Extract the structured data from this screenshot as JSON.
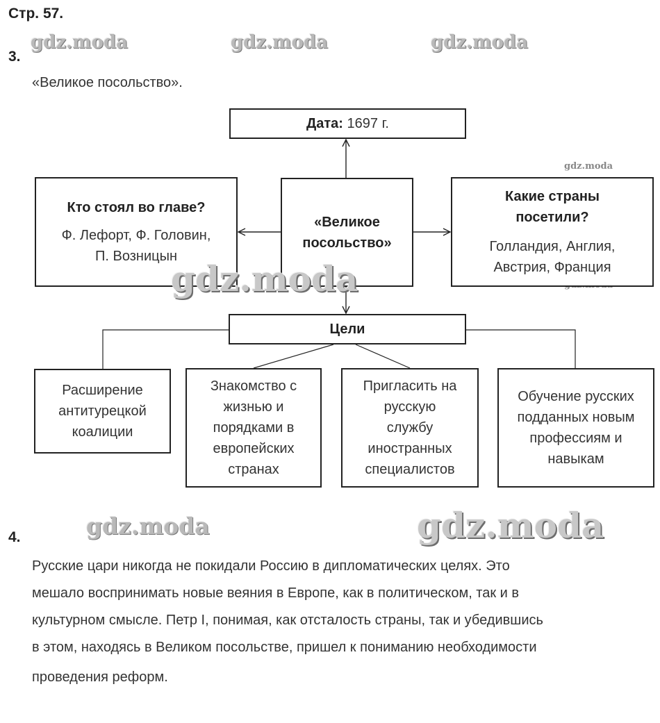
{
  "header": {
    "page": "Стр. 57."
  },
  "task3": {
    "number": "3.",
    "intro": "«Великое посольство».",
    "diagram": {
      "date_label": "Дата:",
      "date_value": "1697 г.",
      "center": {
        "line1": "«Великое",
        "line2": "посольство»"
      },
      "leader": {
        "title": "Кто стоял во главе?",
        "line1": "Ф. Лефорт, Ф. Головин,",
        "line2": "П. Возницын"
      },
      "countries": {
        "title1": "Какие страны",
        "title2": "посетили?",
        "line1": "Голландия, Англия,",
        "line2": "Австрия, Франция"
      },
      "goals_title": "Цели",
      "goals": [
        {
          "lines": [
            "Расширение",
            "антитурецкой",
            "коалиции"
          ]
        },
        {
          "lines": [
            "Знакомство с",
            "жизнью и",
            "порядками в",
            "европейских",
            "странах"
          ]
        },
        {
          "lines": [
            "Пригласить на",
            "русскую",
            "службу",
            "иностранных",
            "специалистов"
          ]
        },
        {
          "lines": [
            "Обучение русских",
            "подданных новым",
            "профессиям и",
            "навыкам"
          ]
        }
      ]
    }
  },
  "task4": {
    "number": "4.",
    "lines": [
      "Русские цари никогда не покидали Россию в дипломатических целях. Это",
      "мешало воспринимать новые веяния в Европе, как в политическом, так и в",
      "культурном смысле. Петр I, понимая, как отсталость страны, так и убедившись",
      "в этом, находясь в Великом посольстве, пришел к пониманию необходимости",
      "проведения реформ."
    ]
  },
  "watermark": {
    "text": "gdz.moda"
  },
  "colors": {
    "text": "#333333",
    "border": "#222222",
    "watermark": "#b9b9b9"
  }
}
